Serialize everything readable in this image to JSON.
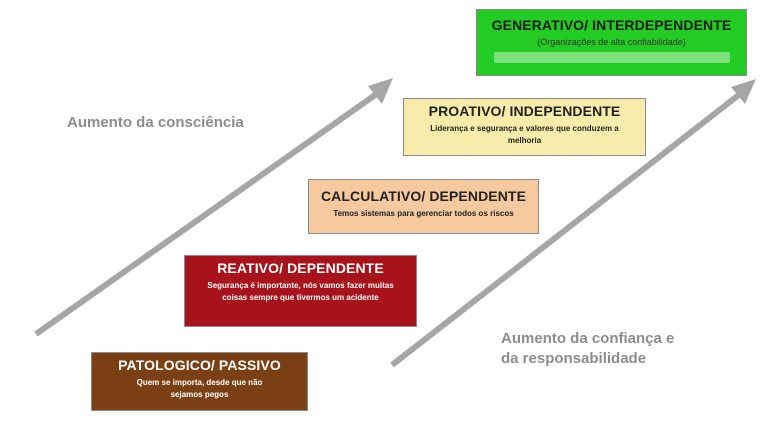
{
  "labels": {
    "awareness": "Aumento da consciência",
    "trust_line1": "Aumento da confiança e",
    "trust_line2": "da responsabilidade"
  },
  "levels": [
    {
      "title": "PATOLOGICO/ PASSIVO",
      "description": "Quem se importa, desde que não sejamos pegos",
      "color": "#7a4014"
    },
    {
      "title": "REATIVO/ DEPENDENTE",
      "description": "Segurança é importante, nós vamos fazer muitas coisas sempre que tivermos um acidente",
      "color": "#a8121a"
    },
    {
      "title": "CALCULATIVO/ DEPENDENTE",
      "description": "Temos sistemas para gerenciar todos os riscos",
      "color": "#f6c99e"
    },
    {
      "title": "PROATIVO/ INDEPENDENTE",
      "description": "Liderança e segurança e valores que conduzem a melhoria",
      "color": "#f7ecaa"
    },
    {
      "title": "GENERATIVO/ INTERDEPENDENTE",
      "description": "(Organizações de alta confiabilidade)",
      "color": "#22cc22"
    }
  ],
  "arrow_color": "#a6a6a6"
}
